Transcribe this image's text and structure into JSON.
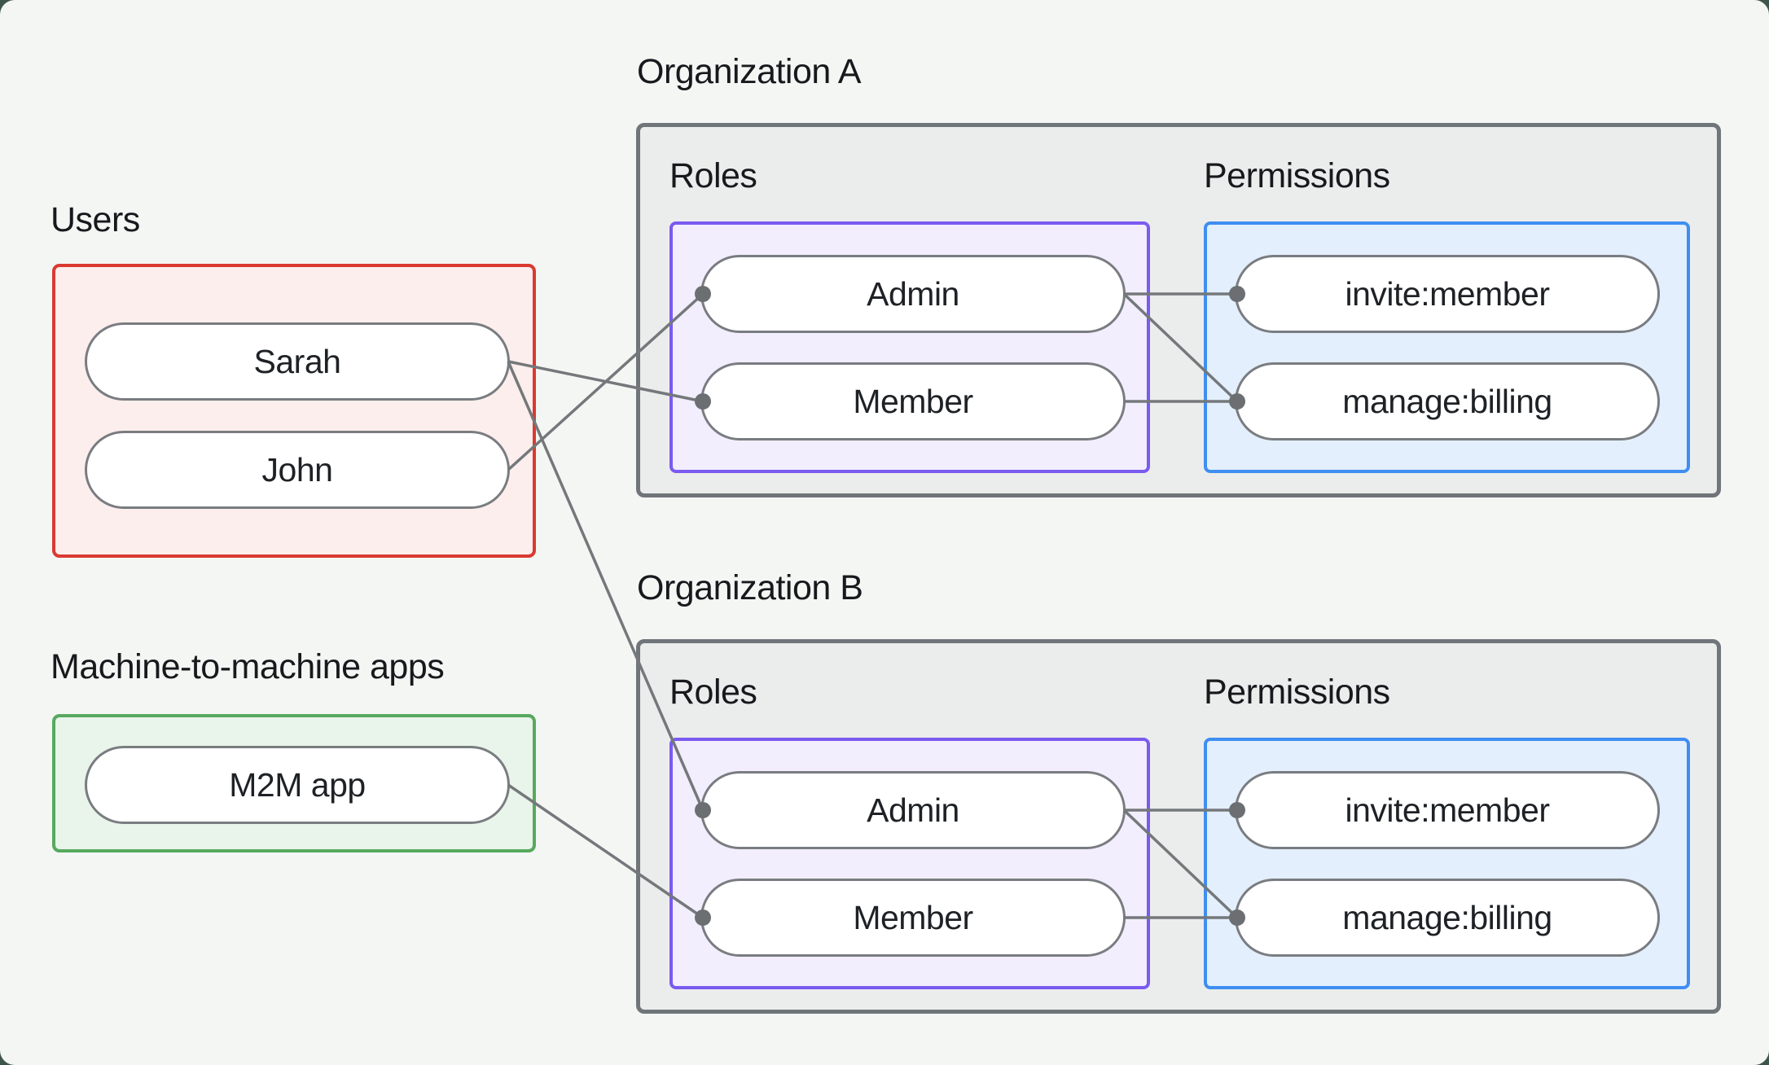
{
  "colors": {
    "page_bg": "#3e5549",
    "canvas_bg": "#f4f6f4",
    "red_border": "#da3a31",
    "red_bg": "#fceeec",
    "green_border": "#57a95f",
    "green_bg": "#e9f4ea",
    "gray_border": "#70757a",
    "gray_bg": "#ebedec",
    "purple_border": "#7b5af0",
    "purple_bg": "#f2eefd",
    "blue_border": "#3f8ef2",
    "blue_bg": "#e3effc",
    "pill_border": "#797c80",
    "pill_bg": "#ffffff",
    "line": "#74787b",
    "dot": "#6b6f72",
    "label_text": "#17191d",
    "pill_text": "#1e2125"
  },
  "groups": {
    "users": {
      "label": "Users",
      "items": [
        {
          "id": "user-sarah",
          "label": "Sarah"
        },
        {
          "id": "user-john",
          "label": "John"
        }
      ]
    },
    "m2m": {
      "label": "Machine-to-machine apps",
      "items": [
        {
          "id": "m2m-app",
          "label": "M2M app"
        }
      ]
    },
    "orgA": {
      "label": "Organization A",
      "roles_label": "Roles",
      "permissions_label": "Permissions",
      "roles": [
        {
          "id": "orgA-role-admin",
          "label": "Admin"
        },
        {
          "id": "orgA-role-member",
          "label": "Member"
        }
      ],
      "permissions": [
        {
          "id": "orgA-perm-invite",
          "label": "invite:member"
        },
        {
          "id": "orgA-perm-billing",
          "label": "manage:billing"
        }
      ]
    },
    "orgB": {
      "label": "Organization B",
      "roles_label": "Roles",
      "permissions_label": "Permissions",
      "roles": [
        {
          "id": "orgB-role-admin",
          "label": "Admin"
        },
        {
          "id": "orgB-role-member",
          "label": "Member"
        }
      ],
      "permissions": [
        {
          "id": "orgB-perm-invite",
          "label": "invite:member"
        },
        {
          "id": "orgB-perm-billing",
          "label": "manage:billing"
        }
      ]
    }
  },
  "connections": [
    {
      "from": "user-sarah",
      "to": "orgA-role-member"
    },
    {
      "from": "user-john",
      "to": "orgA-role-admin"
    },
    {
      "from": "user-sarah",
      "to": "orgB-role-admin"
    },
    {
      "from": "m2m-app",
      "to": "orgB-role-member"
    },
    {
      "from": "orgA-role-admin",
      "to": "orgA-perm-invite"
    },
    {
      "from": "orgA-role-admin",
      "to": "orgA-perm-billing"
    },
    {
      "from": "orgA-role-member",
      "to": "orgA-perm-billing"
    },
    {
      "from": "orgB-role-admin",
      "to": "orgB-perm-invite"
    },
    {
      "from": "orgB-role-admin",
      "to": "orgB-perm-billing"
    },
    {
      "from": "orgB-role-member",
      "to": "orgB-perm-billing"
    }
  ]
}
